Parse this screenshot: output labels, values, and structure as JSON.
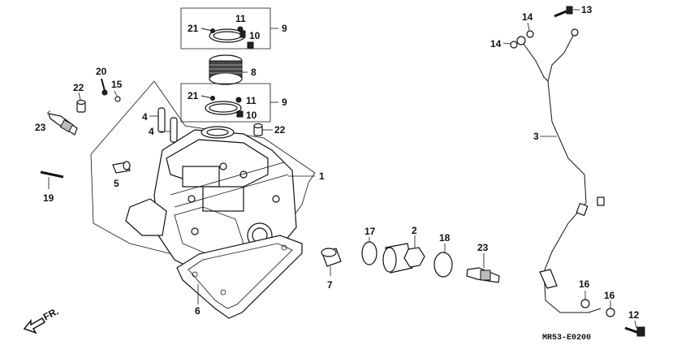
{
  "diagram_code": "MR53-E0200",
  "direction_label": "FR.",
  "callouts": {
    "c1": "1",
    "c2": "2",
    "c3": "3",
    "c4a": "4",
    "c4b": "4",
    "c5": "5",
    "c6": "6",
    "c7": "7",
    "c8": "8",
    "c9a": "9",
    "c9b": "9",
    "c10a": "10",
    "c10b": "10",
    "c11a": "11",
    "c11b": "11",
    "c12": "12",
    "c13": "13",
    "c14a": "14",
    "c14b": "14",
    "c15": "15",
    "c16a": "16",
    "c16b": "16",
    "c17": "17",
    "c18": "18",
    "c19": "19",
    "c20": "20",
    "c21a": "21",
    "c21b": "21",
    "c22a": "22",
    "c22b": "22",
    "c23a": "23",
    "c23b": "23"
  }
}
